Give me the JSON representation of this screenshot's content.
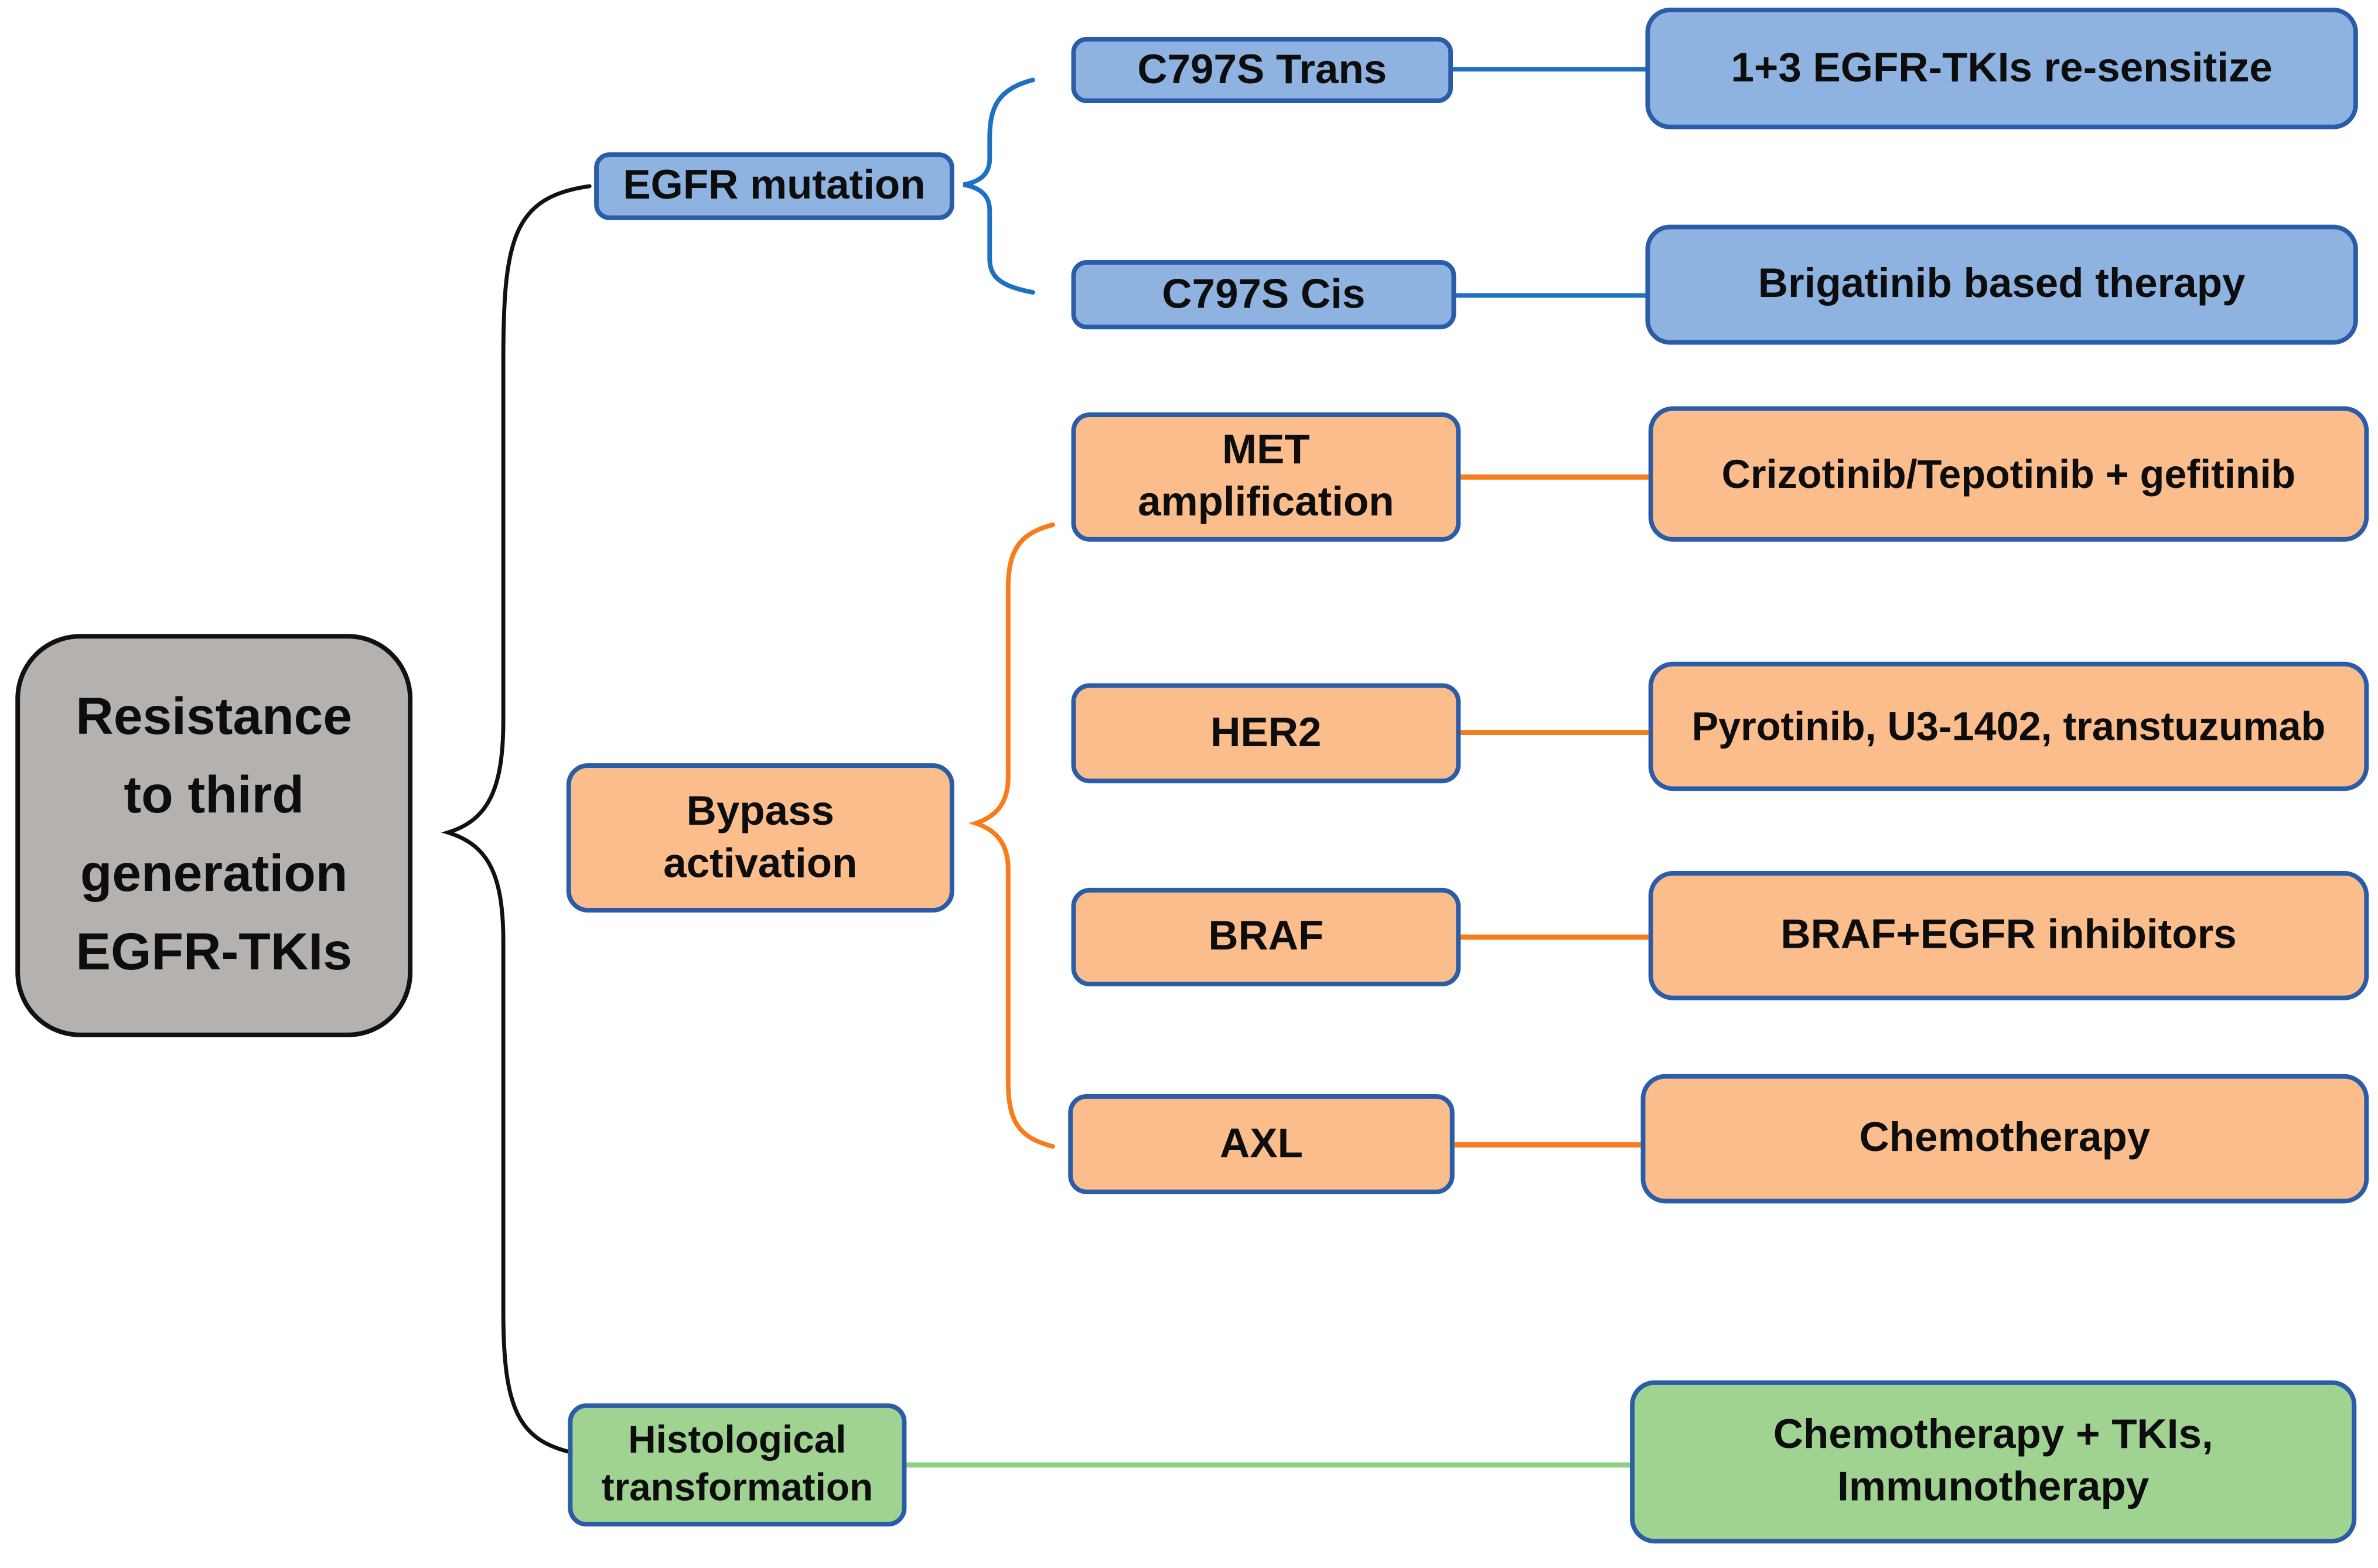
{
  "root": {
    "label": "Resistance\nto third\ngeneration\nEGFR-TKIs"
  },
  "branches": [
    {
      "label": "EGFR mutation",
      "theme": "blue",
      "children": [
        {
          "label": "C797S Trans",
          "therapy": "1+3 EGFR-TKIs re-sensitize"
        },
        {
          "label": "C797S Cis",
          "therapy": "Brigatinib based therapy"
        }
      ]
    },
    {
      "label": "Bypass\nactivation",
      "theme": "orange",
      "children": [
        {
          "label": "MET\namplification",
          "therapy": "Crizotinib/Tepotinib + gefitinib"
        },
        {
          "label": "HER2",
          "therapy": "Pyrotinib, U3-1402, transtuzumab"
        },
        {
          "label": "BRAF",
          "therapy": "BRAF+EGFR inhibitors"
        },
        {
          "label": "AXL",
          "therapy": "Chemotherapy"
        }
      ]
    },
    {
      "label": "Histological\ntransformation",
      "theme": "green",
      "therapy": "Chemotherapy + TKIs,\nImmunotherapy"
    }
  ],
  "colors": {
    "root_fill": "#b5b1ae",
    "root_border": "#111111",
    "blue_fill": "#8fb3e0",
    "orange_fill": "#fbbd8b",
    "green_fill": "#a0d292",
    "box_border_blue": "#2a5ca8",
    "blue_connector": "#1f6fc4",
    "orange_connector": "#f97c1c",
    "green_connector": "#8ed080",
    "brace_black": "#111111",
    "text": "#0d0d0d"
  }
}
